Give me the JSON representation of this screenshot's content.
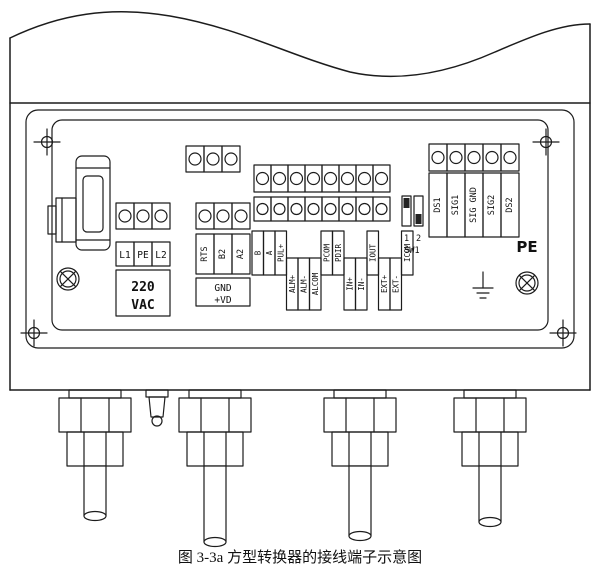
{
  "caption": "图 3-3a 方型转换器的接线端子示意图",
  "colors": {
    "line": "#1c1c1c",
    "background": "#ffffff",
    "text": "#111111"
  },
  "blocks": {
    "power": {
      "terminals": [
        "L1",
        "PE",
        "L2"
      ],
      "rating": [
        "220",
        "VAC"
      ]
    },
    "comm": {
      "terminals": [
        "RTS",
        "B2",
        "A2"
      ],
      "note": [
        "GND",
        "+VD"
      ]
    },
    "io": {
      "labels": [
        "B",
        "A",
        "PUL+",
        "ALM+",
        "ALM-",
        "ALCOM",
        "PCOM",
        "PDIR",
        "IN+",
        "IN-",
        "IOUT",
        "EXT+",
        "EXT-",
        "ICOM"
      ]
    },
    "signal": {
      "labels": [
        "DS1",
        "SIG1",
        "SIG GND",
        "SIG2",
        "DS2"
      ]
    }
  },
  "switch": {
    "label": "SW1",
    "positions": [
      "1",
      "2"
    ]
  },
  "ground": {
    "label": "PE"
  },
  "icons": {
    "earth_symbol": "earth-ground-icon",
    "screw": "phillips-screw-icon",
    "crosshair": "mounting-crosshair-icon"
  }
}
